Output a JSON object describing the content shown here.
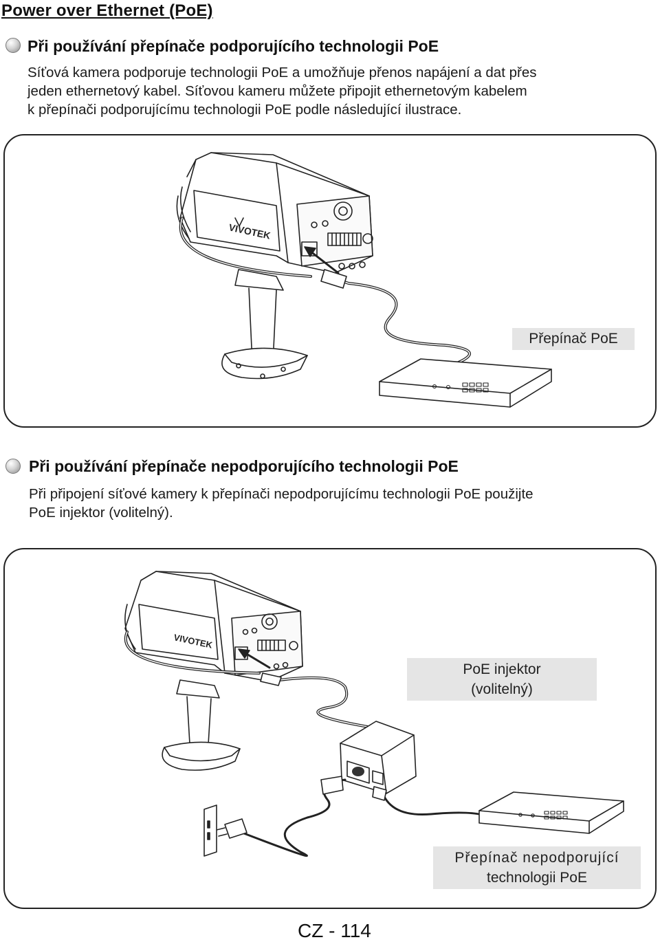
{
  "header": {
    "title": "Power over Ethernet (PoE)"
  },
  "section1": {
    "title": "Při používání přepínače podporujícího technologii PoE",
    "lines": [
      "Síťová kamera podporuje technologii PoE a umožňuje přenos napájení a dat přes",
      "jeden ethernetový kabel. Síťovou kameru můžete připojit ethernetovým kabelem",
      "k přepínači podporujícímu technologii PoE podle následující ilustrace."
    ],
    "figure": {
      "switch_label": "Přepínač PoE"
    }
  },
  "section2": {
    "title": "Při používání přepínače nepodporujícího technologii PoE",
    "lines": [
      "Při připojení síťové kamery k přepínači nepodporujícímu technologii PoE použijte",
      "PoE injektor (volitelný)."
    ],
    "figure": {
      "injector_label": [
        "PoE injektor",
        "(volitelný)"
      ],
      "switch_label": [
        "Přepínač nepodporující",
        "technologii PoE"
      ]
    }
  },
  "footer": {
    "page_number": "CZ - 114"
  },
  "icons": [
    "section-bullet-icon",
    "camera-icon",
    "poe-switch-icon",
    "poe-injector-icon",
    "power-plug-icon",
    "wall-outlet-icon",
    "connection-arrow-icon"
  ],
  "colors": {
    "label_bg": "#e5e5e5",
    "panel_border": "#222222",
    "text": "#1a1a1a"
  }
}
